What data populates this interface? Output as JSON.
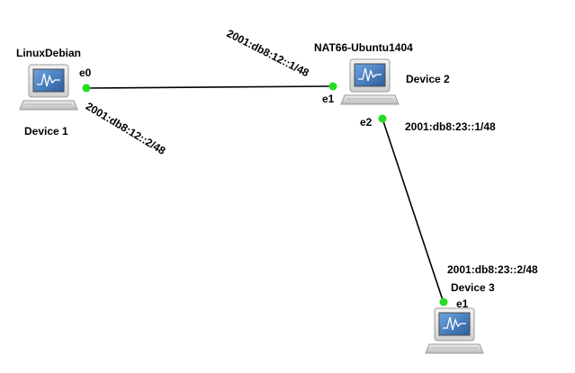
{
  "nodes": [
    {
      "id": "device1",
      "hostname": "LinuxDebian",
      "device_label": "Device 1",
      "icon": "computer-icon"
    },
    {
      "id": "device2",
      "hostname": "NAT66-Ubuntu1404",
      "device_label": "Device 2",
      "icon": "computer-icon"
    },
    {
      "id": "device3",
      "hostname": "",
      "device_label": "Device 3",
      "icon": "computer-icon"
    }
  ],
  "links": [
    {
      "from": "device1",
      "to": "device2",
      "a_port": "e0",
      "b_port": "e1",
      "a_address": "2001:db8:12::2/48",
      "b_address": "2001:db8:12::1/48",
      "status_color": "#22dd22"
    },
    {
      "from": "device2",
      "to": "device3",
      "a_port": "e2",
      "b_port": "e1",
      "a_address": "2001:db8:23::1/48",
      "b_address": "2001:db8:23::2/48",
      "status_color": "#22dd22"
    }
  ],
  "colors": {
    "link": "#000000",
    "port_up": "#22dd22",
    "screen_blue": "#3a72b8"
  }
}
